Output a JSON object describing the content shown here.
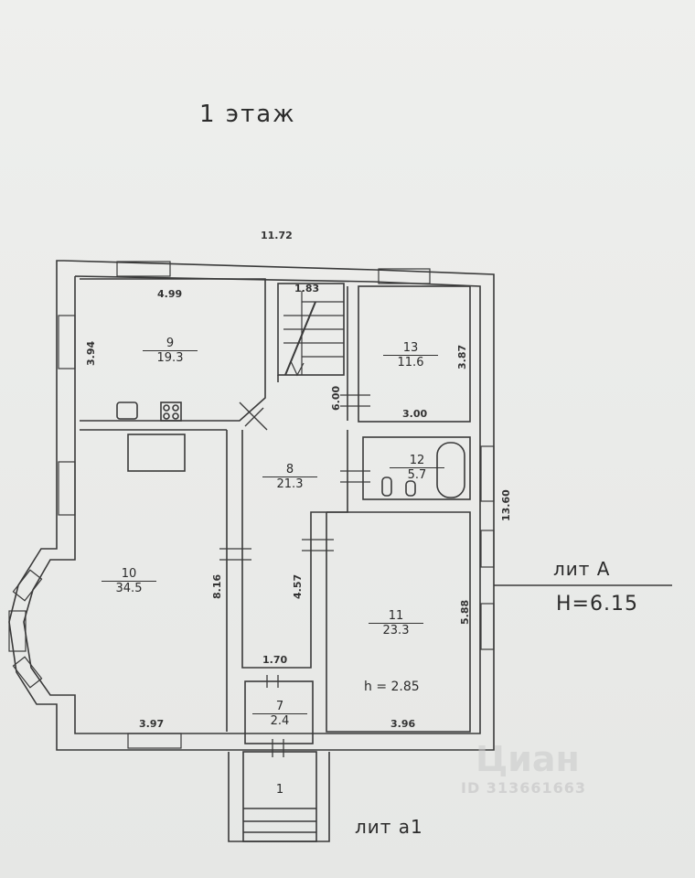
{
  "title": "1 этаж",
  "dimensions": {
    "total_width": "11.72",
    "total_height": "13.60",
    "room9_width": "4.99",
    "room9_height": "3.94",
    "stair_width": "1.83",
    "room13_height": "3.87",
    "room13_width": "3.00",
    "corridor_length": "6.00",
    "room10_height": "8.16",
    "corridor_lower": "4.57",
    "room11_height": "5.88",
    "room7_width": "1.70",
    "room10_width": "3.97",
    "room11_width": "3.96"
  },
  "rooms": [
    {
      "number": "9",
      "area": "19.3"
    },
    {
      "number": "13",
      "area": "11.6"
    },
    {
      "number": "12",
      "area": "5.7"
    },
    {
      "number": "8",
      "area": "21.3"
    },
    {
      "number": "10",
      "area": "34.5"
    },
    {
      "number": "11",
      "area": "23.3"
    },
    {
      "number": "7",
      "area": "2.4"
    },
    {
      "number": "1",
      "area": ""
    }
  ],
  "ceiling_height": "h  =  2.85",
  "lit_a": "лит  А",
  "lit_a_height": "H=6.15",
  "lit_a1": "лит  а1",
  "watermark": "Циан",
  "watermark_id": "ID 313661663"
}
